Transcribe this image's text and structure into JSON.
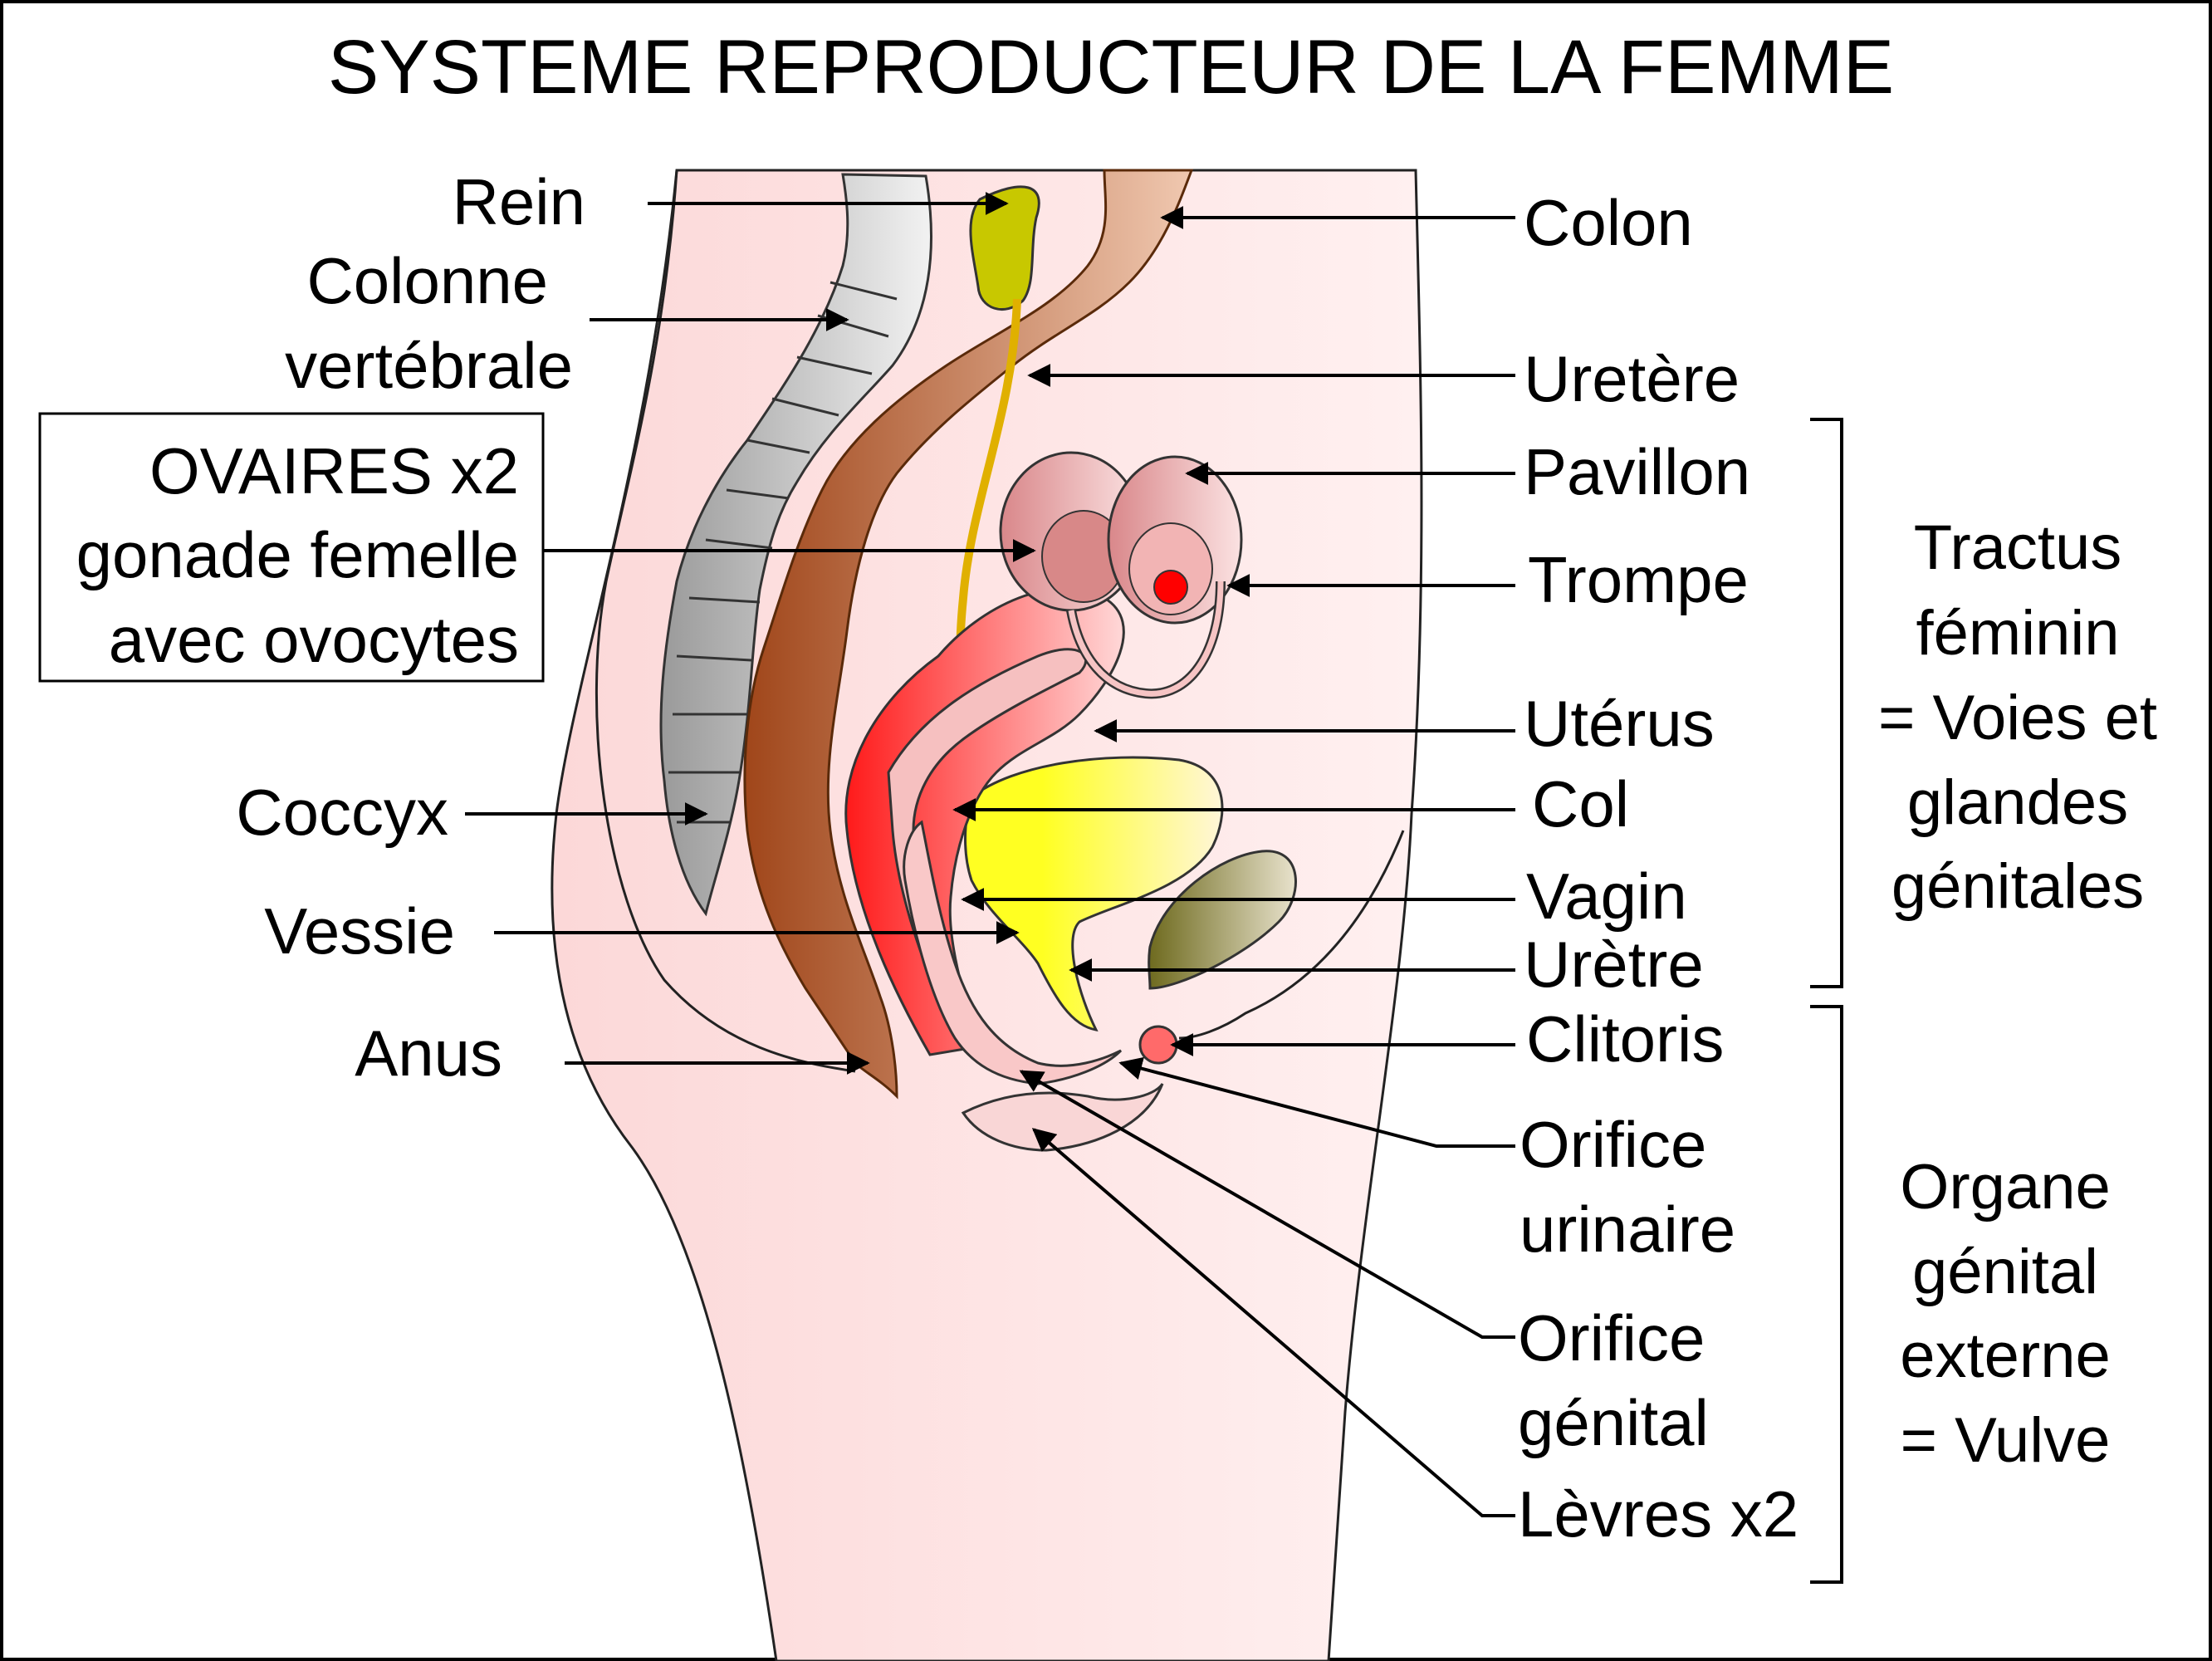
{
  "title": "SYSTEME REPRODUCTEUR DE LA FEMME",
  "labels": {
    "rein": "Rein",
    "colonne_1": "Colonne",
    "colonne_2": "vertébrale",
    "ovaires_1": "OVAIRES x2",
    "ovaires_2": "gonade femelle",
    "ovaires_3": "avec ovocytes",
    "coccyx": "Coccyx",
    "vessie": "Vessie",
    "anus": "Anus",
    "colon": "Colon",
    "uretere": "Uretère",
    "pavillon": "Pavillon",
    "trompe": "Trompe",
    "uterus": "Utérus",
    "col": "Col",
    "vagin": "Vagin",
    "uretre": "Urètre",
    "clitoris": "Clitoris",
    "orifice_urinaire_1": "Orifice",
    "orifice_urinaire_2": "urinaire",
    "orifice_genital_1": "Orifice",
    "orifice_genital_2": "génital",
    "levres": "Lèvres x2"
  },
  "groups": {
    "tractus_1": "Tractus",
    "tractus_2": "féminin",
    "tractus_3": "= Voies et",
    "tractus_4": "glandes",
    "tractus_5": "génitales",
    "organe_1": "Organe",
    "organe_2": "génital",
    "organe_3": "externe",
    "organe_4": "= Vulve"
  },
  "colors": {
    "skin": "#fde1e1",
    "spine": "#b8b8b8",
    "colon": "#a0521e",
    "kidney": "#c8c800",
    "uterus": "#ff2a2a",
    "bladder": "#ffff33",
    "ovary_dot": "#ff0000"
  }
}
